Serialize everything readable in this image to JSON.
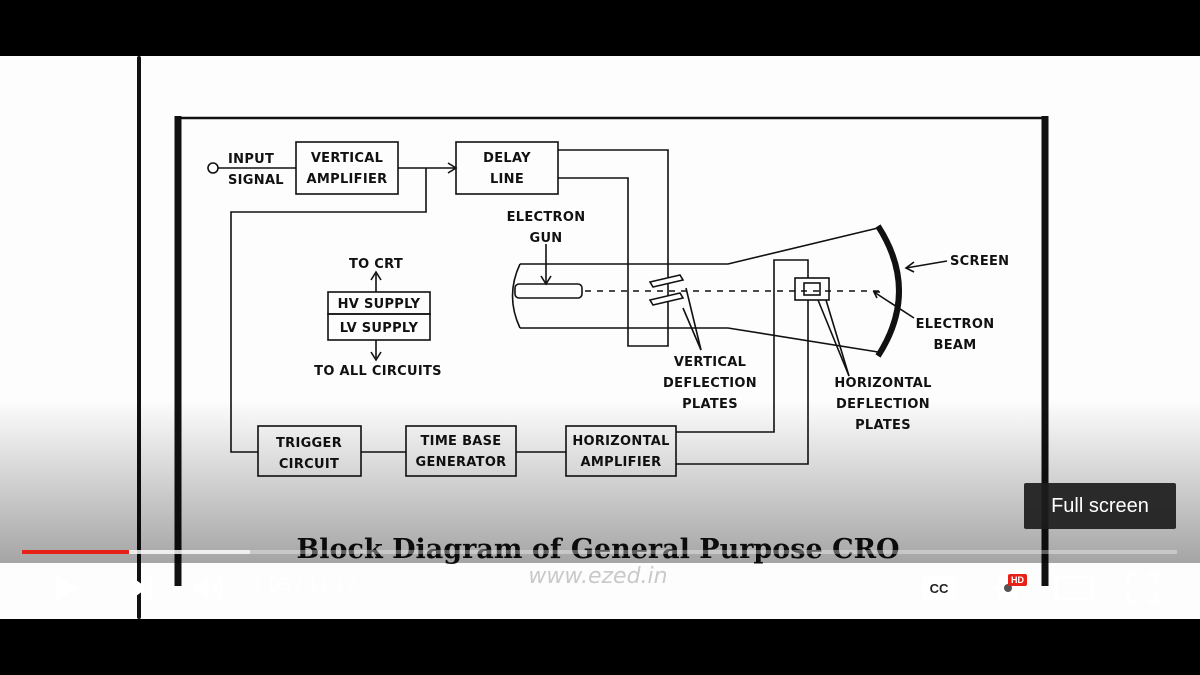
{
  "diagram": {
    "input_signal": [
      "INPUT",
      "SIGNAL"
    ],
    "vertical_amplifier": [
      "VERTICAL",
      "AMPLIFIER"
    ],
    "delay_line": [
      "DELAY",
      "LINE"
    ],
    "electron_gun": [
      "ELECTRON",
      "GUN"
    ],
    "screen": "SCREEN",
    "to_crt": "TO CRT",
    "hv_supply": "HV SUPPLY",
    "lv_supply": "LV SUPPLY",
    "to_all_circuits": "TO ALL CIRCUITS",
    "electron_beam": [
      "ELECTRON",
      "BEAM"
    ],
    "vertical_deflection": [
      "VERTICAL",
      "DEFLECTION",
      "PLATES"
    ],
    "horizontal_deflection": [
      "HORIZONTAL",
      "DEFLECTION",
      "PLATES"
    ],
    "trigger_circuit": [
      "TRIGGER",
      "CIRCUIT"
    ],
    "time_base_generator": [
      "TIME BASE",
      "GENERATOR"
    ],
    "horizontal_amplifier": [
      "HORIZONTAL",
      "AMPLIFIER"
    ],
    "caption": "Block Diagram of General Purpose CRO",
    "watermark": "www.ezed.in"
  },
  "player": {
    "time": "1:03 / 11:17",
    "progress_fraction": 0.093,
    "buffer_fraction": 0.197,
    "tooltip": "Full screen",
    "hd_badge": "HD",
    "cc_label": "CC",
    "colors": {
      "played": "#e62117",
      "badge": "#e62117"
    }
  }
}
